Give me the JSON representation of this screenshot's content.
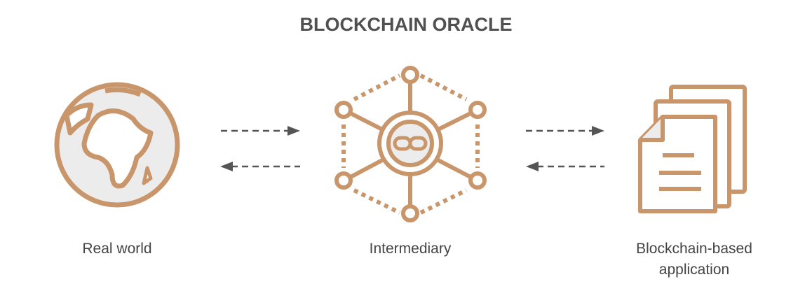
{
  "title": "BLOCKCHAIN ORACLE",
  "colors": {
    "accent": "#c8966a",
    "fill": "#ececec",
    "arrow": "#555555"
  },
  "nodes": [
    {
      "label": "Real world",
      "icon": "globe-icon"
    },
    {
      "label": "Intermediary",
      "icon": "network-hub-icon"
    },
    {
      "label_line1": "Blockchain-based",
      "label_line2": "application",
      "icon": "documents-icon"
    }
  ]
}
